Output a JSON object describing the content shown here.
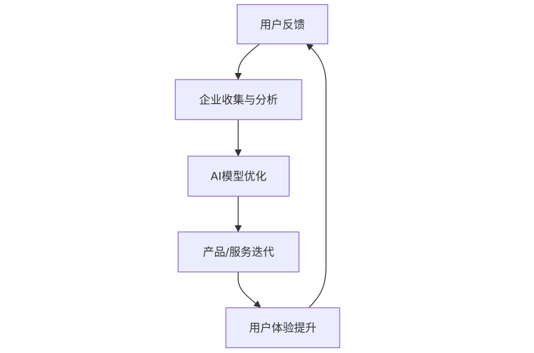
{
  "diagram": {
    "type": "flowchart",
    "direction": "top-down",
    "colors": {
      "node_fill": "#ECECFF",
      "node_border": "#9370DB",
      "edge": "#333333",
      "text": "#333333"
    },
    "nodes": [
      {
        "id": "A",
        "label": "用户反馈"
      },
      {
        "id": "B",
        "label": "企业收集与分析"
      },
      {
        "id": "C",
        "label": "AI模型优化"
      },
      {
        "id": "D",
        "label": "产品/服务迭代"
      },
      {
        "id": "E",
        "label": "用户体验提升"
      }
    ],
    "edges": [
      {
        "from": "A",
        "to": "B"
      },
      {
        "from": "B",
        "to": "C"
      },
      {
        "from": "C",
        "to": "D"
      },
      {
        "from": "D",
        "to": "E"
      },
      {
        "from": "E",
        "to": "A"
      }
    ]
  }
}
